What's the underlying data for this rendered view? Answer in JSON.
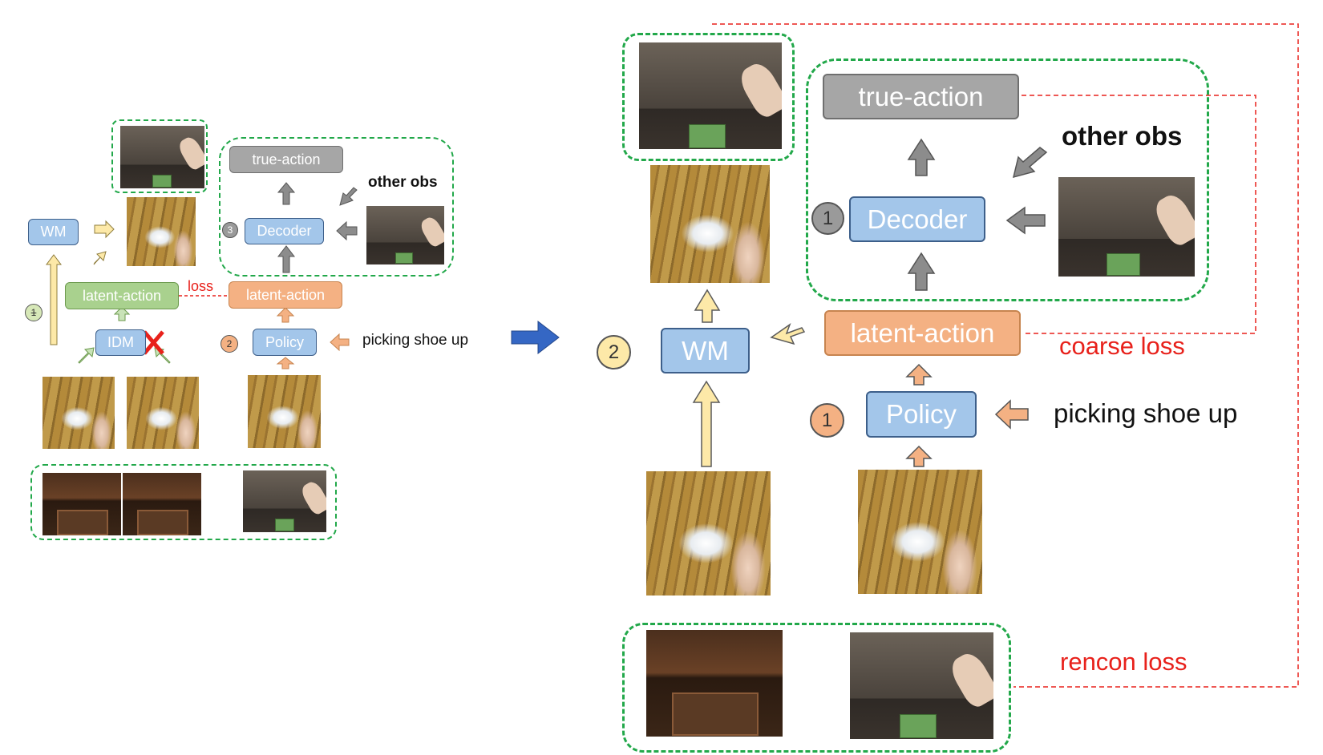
{
  "left": {
    "wm": "WM",
    "latent_action_green": "latent-action",
    "idm": "IDM",
    "loss": "loss",
    "latent_action_orange": "latent-action",
    "policy": "Policy",
    "decoder": "Decoder",
    "true_action": "true-action",
    "other_obs": "other obs",
    "picking": "picking shoe up",
    "step1": "1",
    "step2": "2",
    "step3": "3"
  },
  "right": {
    "wm": "WM",
    "latent_action": "latent-action",
    "policy": "Policy",
    "decoder": "Decoder",
    "true_action": "true-action",
    "other_obs": "other obs",
    "picking": "picking shoe up",
    "coarse_loss": "coarse loss",
    "recon_loss": "rencon loss",
    "step1_policy": "1",
    "step1_decoder": "1",
    "step2": "2"
  },
  "colors": {
    "blue_box": "#a3c6ea",
    "green_box": "#a9d18e",
    "orange_box": "#f4b183",
    "gray_box": "#a6a6a6",
    "yellow_arrow": "#fde9a8",
    "dashed_green": "#22a84a",
    "loss_red": "#e8211b",
    "transition_arrow": "#3567c4"
  }
}
